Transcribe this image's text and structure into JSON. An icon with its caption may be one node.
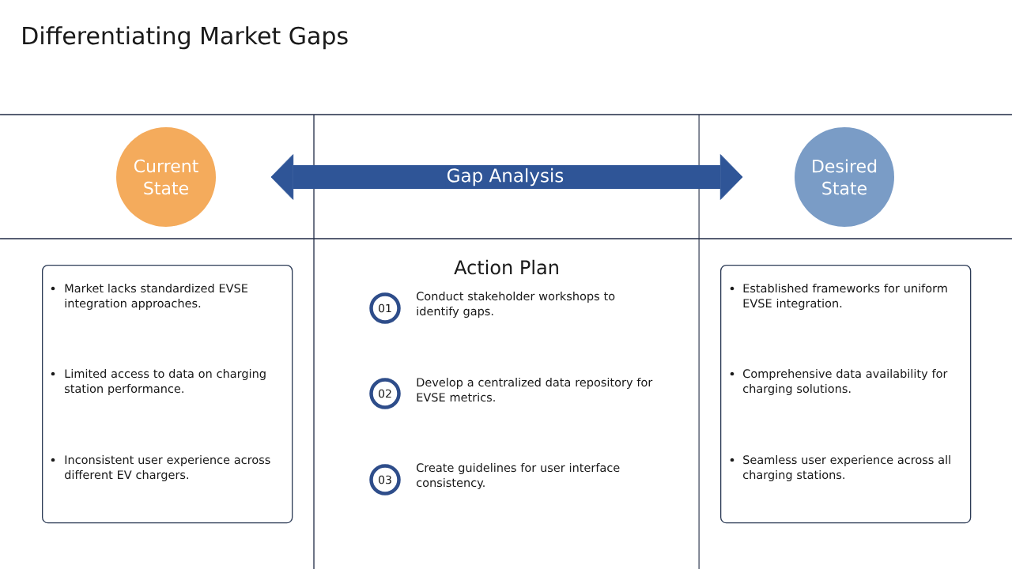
{
  "diagram": {
    "title": "Differentiating Market Gaps",
    "nodes": [
      {
        "text": [
          "Current State"
        ]
      },
      {
        "text": [
          "Desired State"
        ]
      },
      {
        "text": [
          "Market lacks standardized EVSE integration approaches.",
          "Limited access to data on charging station performance.",
          "Inconsistent user experience across different EV chargers."
        ]
      },
      {
        "text": [
          "01"
        ],
        "beside": [
          "Conduct stakeholder workshops to identify gaps."
        ]
      },
      {
        "text": [
          "02"
        ],
        "beside": [
          "Develop a centralized data repository for EVSE metrics."
        ]
      },
      {
        "text": [
          "03"
        ],
        "beside": [
          "Create guidelines for user interface consistency."
        ]
      },
      {
        "text": [
          "Established frameworks for uniform EVSE integration.",
          "Comprehensive data availability for charging solutions.",
          "Seamless user experience across all charging stations."
        ]
      }
    ],
    "edges": [
      {
        "from": 0,
        "to": 1,
        "arrow": "both",
        "label": "Gap Analysis",
        "color": "#2f5597"
      }
    ],
    "labels": [
      "Action Plan"
    ]
  }
}
